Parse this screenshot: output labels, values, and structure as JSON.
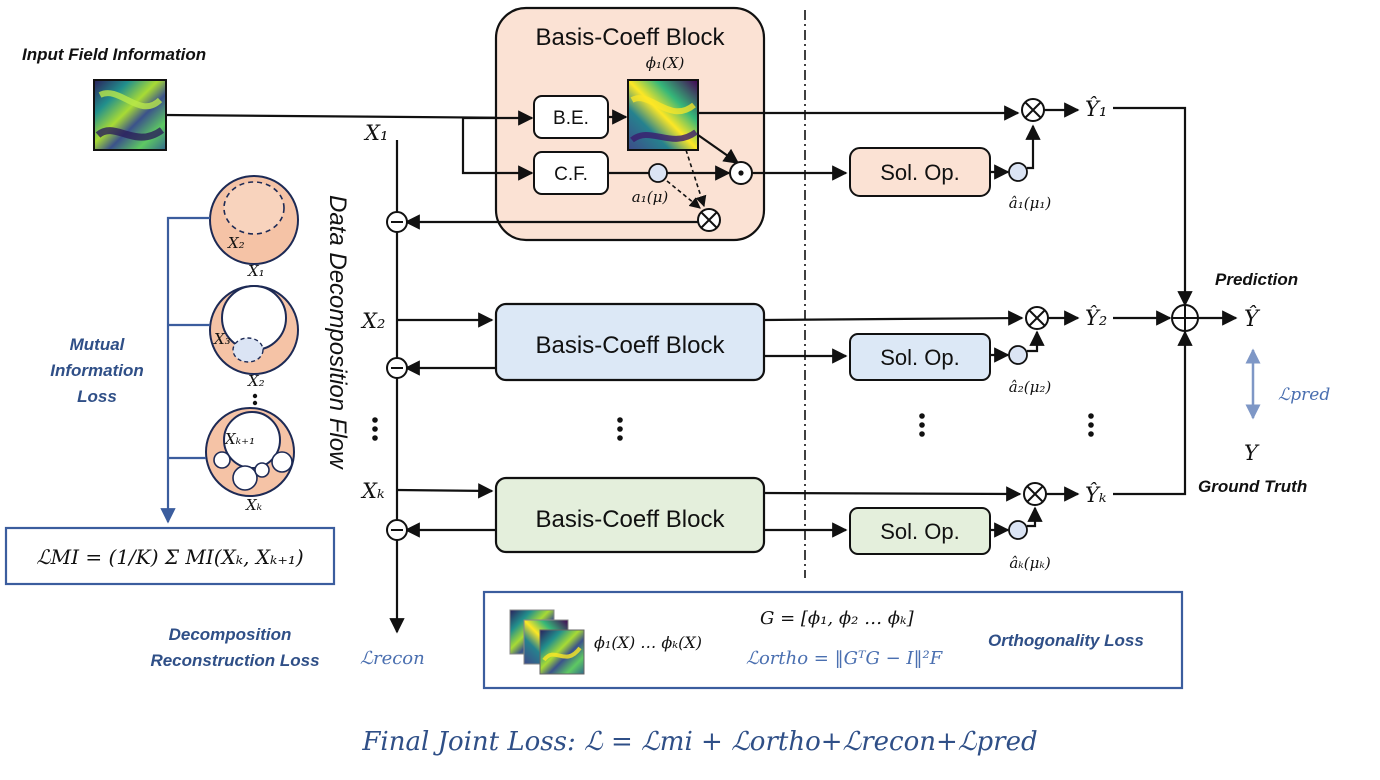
{
  "title_input": "Input Field Information",
  "blocks": {
    "basis_coeff_label": "Basis-Coeff Block",
    "be": "B.E.",
    "cf": "C.F.",
    "sol_op": "Sol. Op."
  },
  "math": {
    "phi1": "ϕ₁(X)",
    "a1": "a₁(μ)",
    "a1_hat": "â₁(μ₁)",
    "a2_hat": "â₂(μ₂)",
    "ak_hat": "âₖ(μₖ)",
    "x1": "X₁",
    "x2": "X₂",
    "xk": "Xₖ",
    "y1": "Ŷ₁",
    "y2": "Ŷ₂",
    "yk": "Ŷₖ",
    "y_hat": "Ŷ",
    "y": "Y",
    "l_pred": "ℒpred",
    "l_recon": "ℒrecon",
    "l_mi": "ℒMI = (1/K) Σ MI(Xₖ, Xₖ₊₁)",
    "ortho_phis": "ϕ₁(X) … ϕₖ(X)",
    "ortho_G": "G = [ϕ₁, ϕ₂ … ϕₖ]",
    "ortho_loss": "ℒortho = ‖GᵀG − I‖²F"
  },
  "labels": {
    "data_flow": "Data Decomposition Flow",
    "prediction": "Prediction",
    "ground_truth": "Ground Truth",
    "mutual_info_loss": [
      "Mutual",
      "Information",
      "Loss"
    ],
    "decomp_recon_loss": [
      "Decomposition",
      "Reconstruction Loss"
    ],
    "orthogonality_loss": "Orthogonality Loss",
    "final_joint_loss": "Final Joint Loss: ℒ = ℒmi + ℒortho+ℒrecon+ℒpred"
  },
  "venn": {
    "c1_top": "X₂",
    "c1_bottom": "X₁",
    "c2_top": "X₃",
    "c2_bottom": "X₂",
    "c3_top": "Xₖ₊₁",
    "c3_bottom": "Xₖ"
  },
  "colors": {
    "block1": "#fbe2d4",
    "block2": "#dce8f6",
    "block3": "#e4efdc",
    "venn_fill": "#f5c3a6",
    "accent": "#2f4f87"
  }
}
